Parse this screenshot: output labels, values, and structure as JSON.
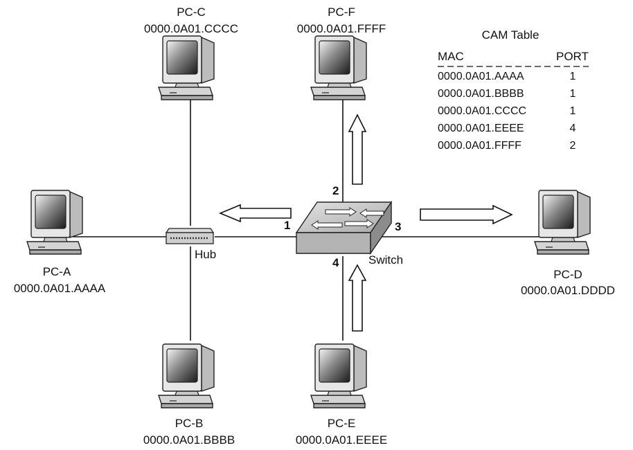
{
  "pcs": {
    "a": {
      "name": "PC-A",
      "mac": "0000.0A01.AAAA"
    },
    "b": {
      "name": "PC-B",
      "mac": "0000.0A01.BBBB"
    },
    "c": {
      "name": "PC-C",
      "mac": "0000.0A01.CCCC"
    },
    "d": {
      "name": "PC-D",
      "mac": "0000.0A01.DDDD"
    },
    "e": {
      "name": "PC-E",
      "mac": "0000.0A01.EEEE"
    },
    "f": {
      "name": "PC-F",
      "mac": "0000.0A01.FFFF"
    }
  },
  "hub": {
    "label": "Hub"
  },
  "switch": {
    "label": "Switch"
  },
  "ports": {
    "p1": "1",
    "p2": "2",
    "p3": "3",
    "p4": "4"
  },
  "cam_table": {
    "title": "CAM Table",
    "headers": {
      "mac": "MAC",
      "port": "PORT"
    },
    "rows": [
      {
        "mac": "0000.0A01.AAAA",
        "port": "1"
      },
      {
        "mac": "0000.0A01.BBBB",
        "port": "1"
      },
      {
        "mac": "0000.0A01.CCCC",
        "port": "1"
      },
      {
        "mac": "0000.0A01.EEEE",
        "port": "4"
      },
      {
        "mac": "0000.0A01.FFFF",
        "port": "2"
      }
    ]
  }
}
